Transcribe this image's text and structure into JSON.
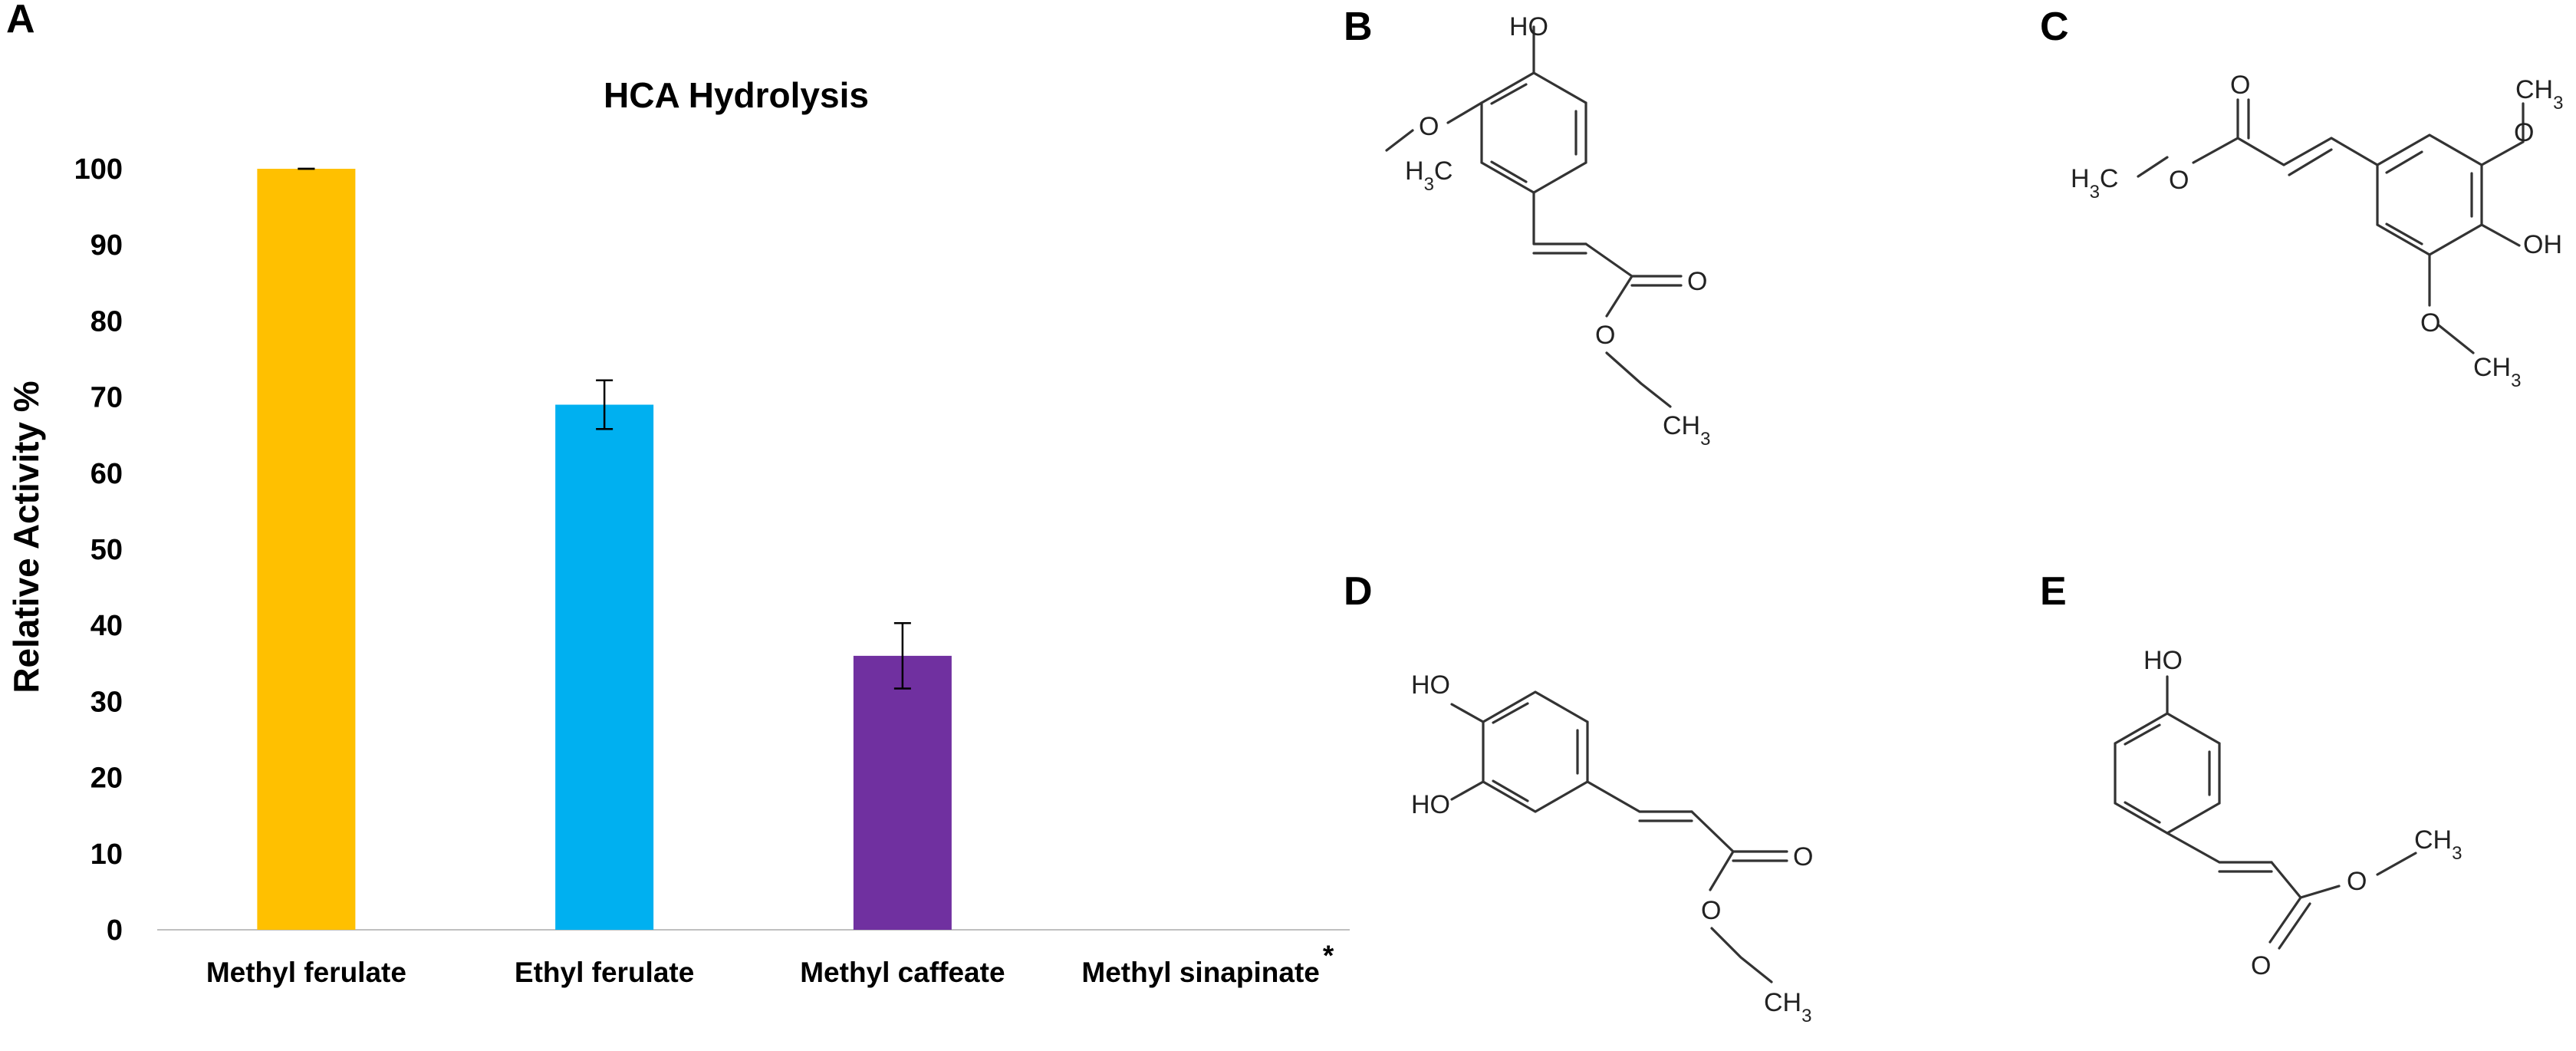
{
  "panels": {
    "a": "A",
    "b": "B",
    "c": "C",
    "d": "D",
    "e": "E"
  },
  "chart_data": {
    "type": "bar",
    "title": "HCA Hydrolysis",
    "xlabel": "",
    "ylabel": "Relative Activity %",
    "ylim": [
      0,
      100
    ],
    "yticks": [
      0,
      10,
      20,
      30,
      40,
      50,
      60,
      70,
      80,
      90,
      100
    ],
    "categories": [
      "Methyl ferulate",
      "Ethyl ferulate",
      "Methyl caffeate",
      "Methyl sinapinate"
    ],
    "category_annotation": {
      "index": 3,
      "text": "*"
    },
    "values": [
      100,
      69,
      36,
      0
    ],
    "errors": [
      0,
      3.2,
      4.3,
      0
    ],
    "colors": [
      "#FFC000",
      "#00B0F0",
      "#7030A0",
      "#7F7F7F"
    ],
    "grid": false,
    "legend": "none"
  },
  "structures": {
    "b": {
      "labels": [
        "HO",
        "H3C",
        "O",
        "O",
        "O",
        "CH3"
      ]
    },
    "c": {
      "labels": [
        "O",
        "CH3",
        "H3C",
        "O",
        "O",
        "OH",
        "O",
        "CH3"
      ]
    },
    "d": {
      "labels": [
        "HO",
        "HO",
        "O",
        "O",
        "CH3"
      ]
    },
    "e": {
      "labels": [
        "HO",
        "O",
        "CH3",
        "O"
      ]
    }
  }
}
